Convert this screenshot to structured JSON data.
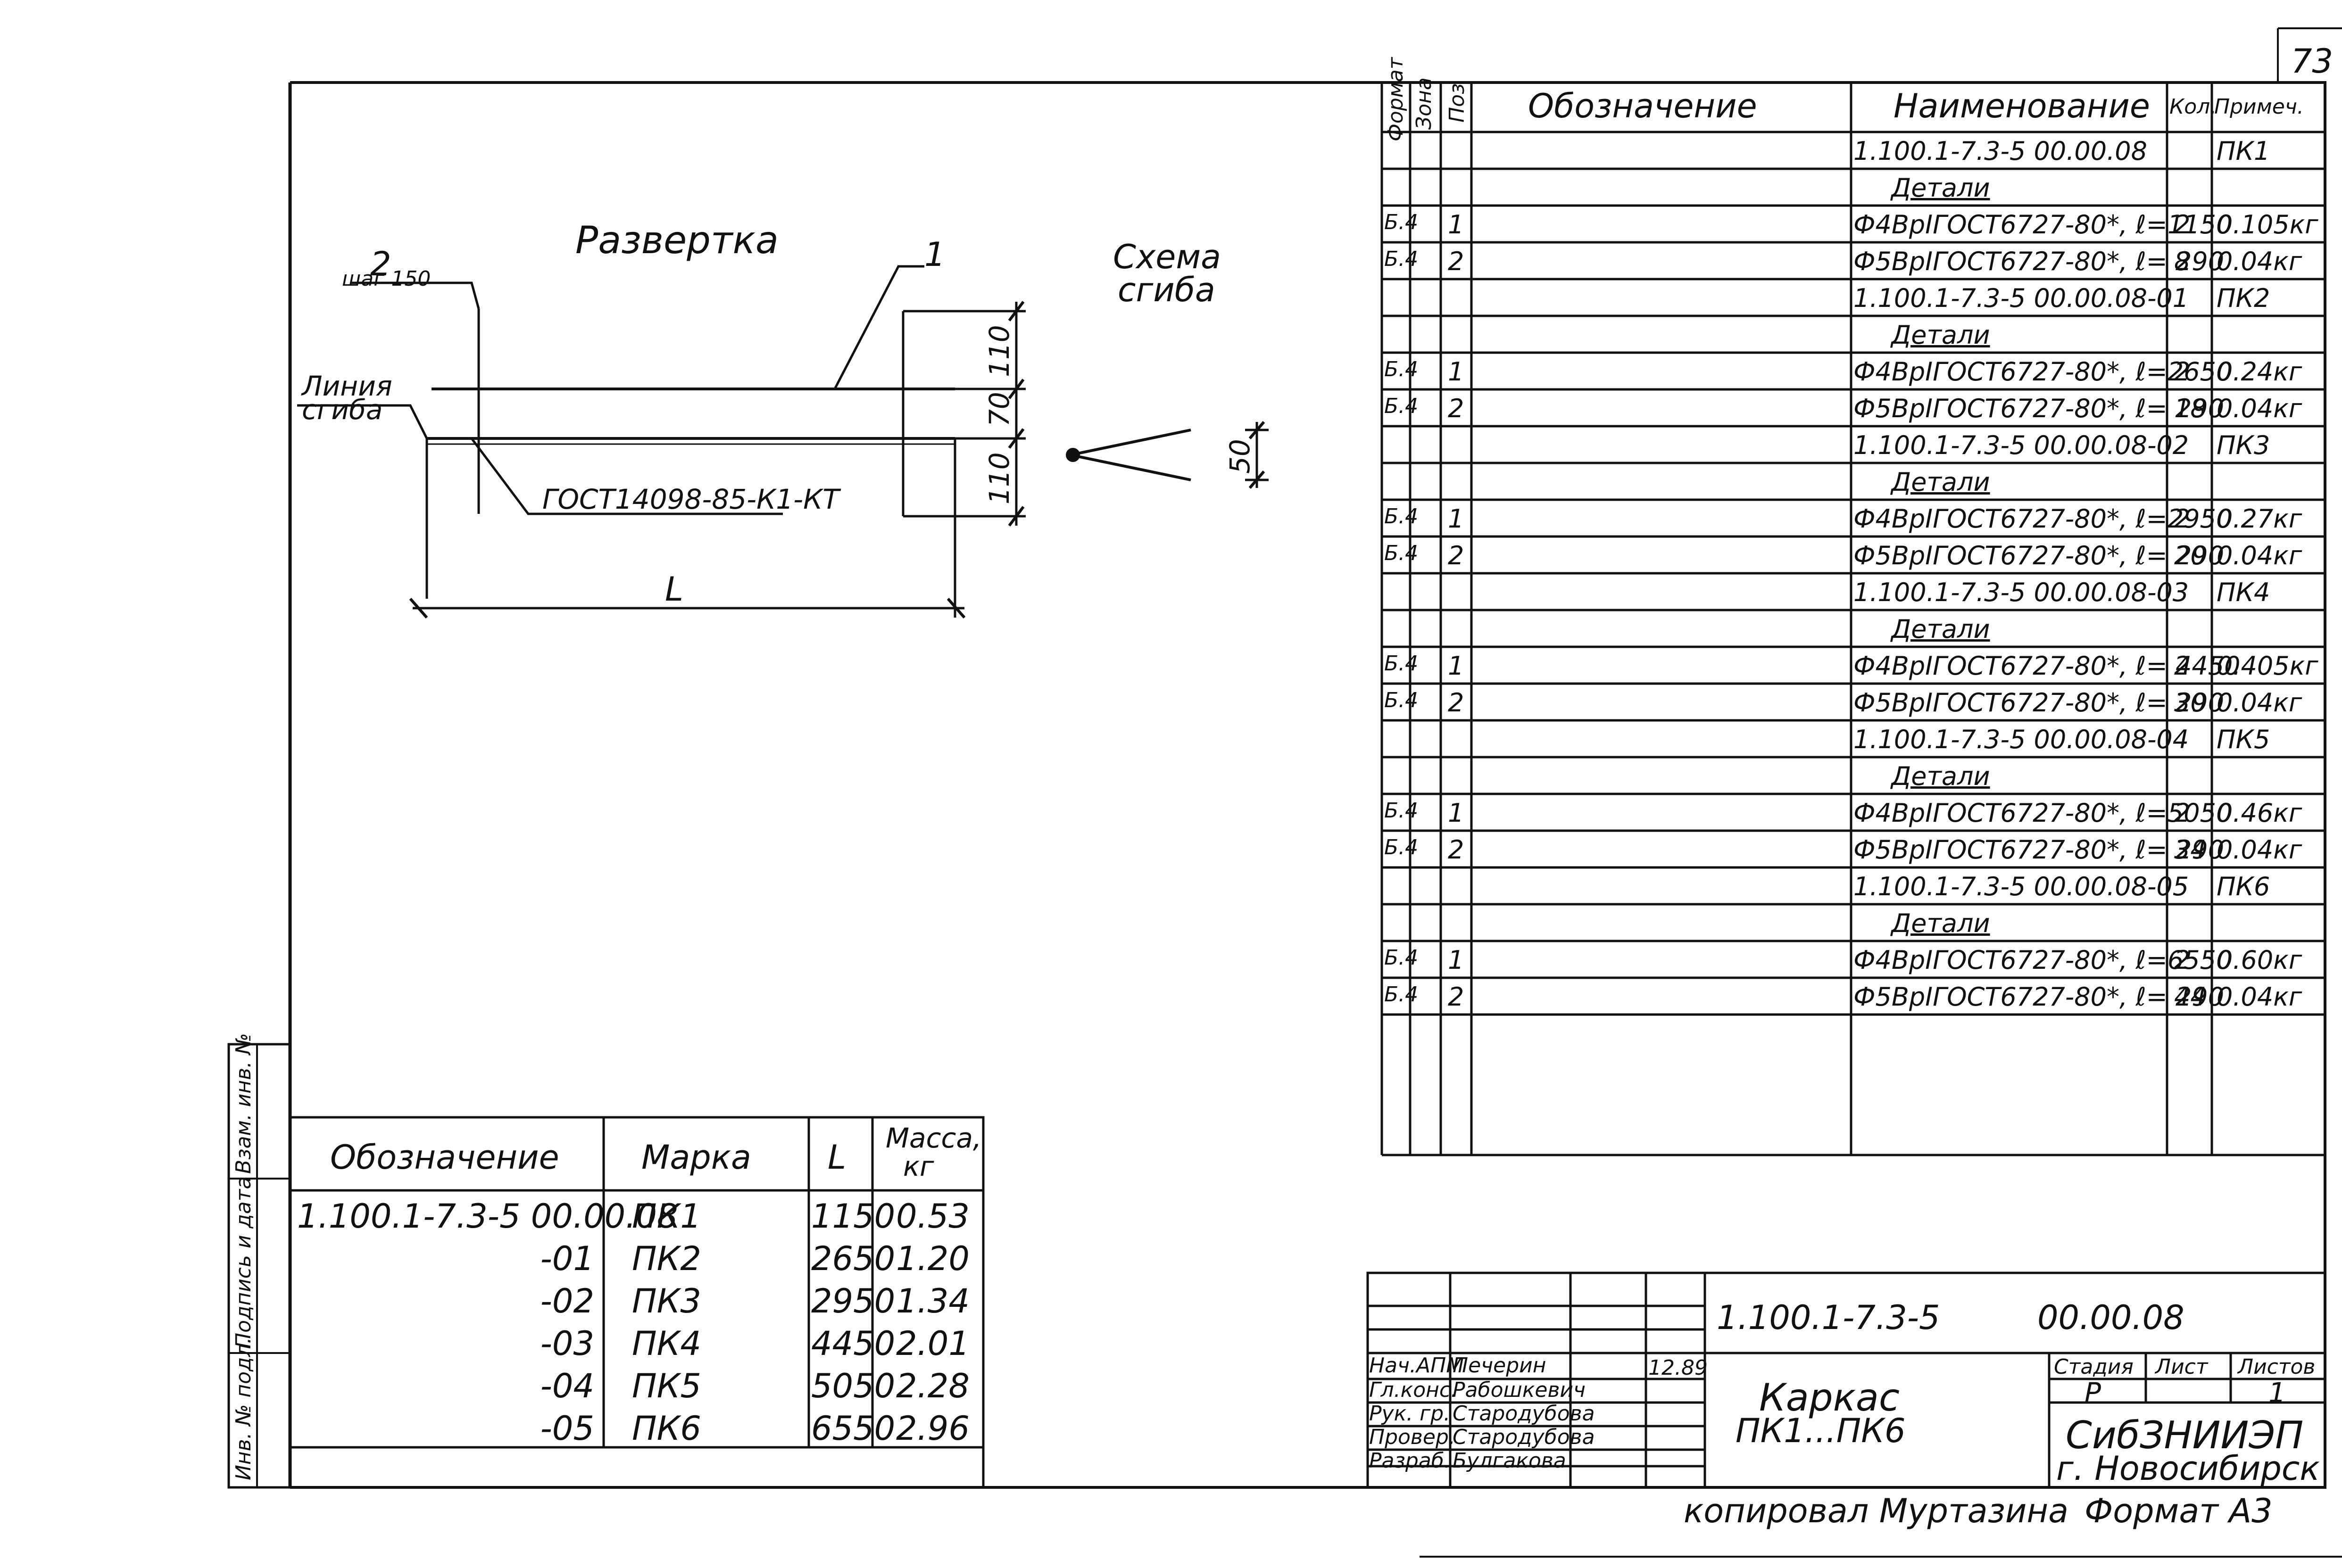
{
  "sheet_number": "73",
  "drawing": {
    "title": "Развертка",
    "label_2": "2",
    "label_2_sub": "шаг 150",
    "label_1": "1",
    "bend_line_label": "Линия",
    "bend_line_label2": "сгиба",
    "weld_note": "ГОСТ14098-85-К1-КТ",
    "dim_110_top": "110",
    "dim_70": "70",
    "dim_110_bottom": "110",
    "dim_L": "L",
    "scheme_title": "Схема",
    "scheme_title2": "сгиба",
    "dim_50": "50"
  },
  "spec": {
    "headers": {
      "format": "Формат",
      "zone": "Зона",
      "pos": "Поз",
      "designation": "Обозначение",
      "name": "Наименование",
      "qty": "Кол.",
      "note": "Примеч."
    },
    "rows": [
      {
        "format": "",
        "zone": "",
        "pos": "",
        "name": "1.100.1-7.3-5  00.00.08",
        "qty": "",
        "note": "ПК1"
      },
      {
        "format": "",
        "zone": "",
        "pos": "",
        "name": "Детали",
        "qty": "",
        "note": "",
        "header": true
      },
      {
        "format": "Б.4",
        "zone": "",
        "pos": "1",
        "name": "Ф4ВрIГОСТ6727-80*, ℓ=1150",
        "qty": "2",
        "note": "0.105кг"
      },
      {
        "format": "Б.4",
        "zone": "",
        "pos": "2",
        "name": "Ф5ВрIГОСТ6727-80*, ℓ= 290",
        "qty": "8",
        "note": "0.04кг"
      },
      {
        "format": "",
        "zone": "",
        "pos": "",
        "name": "1.100.1-7.3-5  00.00.08-01",
        "qty": "",
        "note": "ПК2"
      },
      {
        "format": "",
        "zone": "",
        "pos": "",
        "name": "Детали",
        "qty": "",
        "note": "",
        "header": true
      },
      {
        "format": "Б.4",
        "zone": "",
        "pos": "1",
        "name": "Ф4ВрIГОСТ6727-80*, ℓ=2650",
        "qty": "2",
        "note": "0.24кг"
      },
      {
        "format": "Б.4",
        "zone": "",
        "pos": "2",
        "name": "Ф5ВрIГОСТ6727-80*, ℓ= 290",
        "qty": "18",
        "note": "0.04кг"
      },
      {
        "format": "",
        "zone": "",
        "pos": "",
        "name": "1.100.1-7.3-5  00.00.08-02",
        "qty": "",
        "note": "ПК3"
      },
      {
        "format": "",
        "zone": "",
        "pos": "",
        "name": "Детали",
        "qty": "",
        "note": "",
        "header": true
      },
      {
        "format": "Б.4",
        "zone": "",
        "pos": "1",
        "name": "Ф4ВрIГОСТ6727-80*, ℓ=2950",
        "qty": "2",
        "note": "0.27кг"
      },
      {
        "format": "Б.4",
        "zone": "",
        "pos": "2",
        "name": "Ф5ВрIГОСТ6727-80*, ℓ= 290",
        "qty": "20",
        "note": "0.04кг"
      },
      {
        "format": "",
        "zone": "",
        "pos": "",
        "name": "1.100.1-7.3-5  00.00.08-03",
        "qty": "",
        "note": "ПК4"
      },
      {
        "format": "",
        "zone": "",
        "pos": "",
        "name": "Детали",
        "qty": "",
        "note": "",
        "header": true
      },
      {
        "format": "Б.4",
        "zone": "",
        "pos": "1",
        "name": "Ф4ВрIГОСТ6727-80*, ℓ= 4450",
        "qty": "2",
        "note": "0.405кг"
      },
      {
        "format": "Б.4",
        "zone": "",
        "pos": "2",
        "name": "Ф5ВрIГОСТ6727-80*, ℓ= 290",
        "qty": "30",
        "note": "0.04кг"
      },
      {
        "format": "",
        "zone": "",
        "pos": "",
        "name": "1.100.1-7.3-5  00.00.08-04",
        "qty": "",
        "note": "ПК5"
      },
      {
        "format": "",
        "zone": "",
        "pos": "",
        "name": "Детали",
        "qty": "",
        "note": "",
        "header": true
      },
      {
        "format": "Б.4",
        "zone": "",
        "pos": "1",
        "name": "Ф4ВрIГОСТ6727-80*, ℓ=5050",
        "qty": "2",
        "note": "0.46кг"
      },
      {
        "format": "Б.4",
        "zone": "",
        "pos": "2",
        "name": "Ф5ВрIГОСТ6727-80*, ℓ= 290",
        "qty": "34",
        "note": "0.04кг"
      },
      {
        "format": "",
        "zone": "",
        "pos": "",
        "name": "1.100.1-7.3-5  00.00.08-05",
        "qty": "",
        "note": "ПК6"
      },
      {
        "format": "",
        "zone": "",
        "pos": "",
        "name": "Детали",
        "qty": "",
        "note": "",
        "header": true
      },
      {
        "format": "Б.4",
        "zone": "",
        "pos": "1",
        "name": "Ф4ВрIГОСТ6727-80*, ℓ=6550",
        "qty": "2",
        "note": "0.60кг"
      },
      {
        "format": "Б.4",
        "zone": "",
        "pos": "2",
        "name": "Ф5ВрIГОСТ6727-80*, ℓ= 290",
        "qty": "44",
        "note": "0.04кг"
      }
    ]
  },
  "marks": {
    "headers": {
      "designation": "Обозначение",
      "mark": "Марка",
      "length": "L",
      "mass": "Масса,",
      "mass_unit": "кг"
    },
    "rows": [
      {
        "designation": "1.100.1-7.3-5  00.00.08",
        "mark": "ПК1",
        "length": "1150",
        "mass": "0.53"
      },
      {
        "designation": "-01",
        "mark": "ПК2",
        "length": "2650",
        "mass": "1.20"
      },
      {
        "designation": "-02",
        "mark": "ПК3",
        "length": "2950",
        "mass": "1.34"
      },
      {
        "designation": "-03",
        "mark": "ПК4",
        "length": "4450",
        "mass": "2.01"
      },
      {
        "designation": "-04",
        "mark": "ПК5",
        "length": "5050",
        "mass": "2.28"
      },
      {
        "designation": "-05",
        "mark": "ПК6",
        "length": "6550",
        "mass": "2.96"
      }
    ]
  },
  "side_stamp": {
    "inv": "Инв. № подл.",
    "sign": "Подпись и дата",
    "replace": "Взам. инв. №"
  },
  "title_block": {
    "code": "1.100.1-7.3-5",
    "code2": "00.00.08",
    "name_line1": "Каркас",
    "name_line2": "ПК1...ПК6",
    "stage_label": "Стадия",
    "sheet_label": "Лист",
    "sheets_label": "Листов",
    "stage": "Р",
    "sheets": "1",
    "org_line1": "СибЗНИИЭП",
    "org_line2": "г. Новосибирск",
    "date": "12.89",
    "people": [
      {
        "role": "Нач.АПМ",
        "name": "Печерин"
      },
      {
        "role": "Гл.конс.",
        "name": "Рабошкевич"
      },
      {
        "role": "Рук. гр.",
        "name": "Стародубова"
      },
      {
        "role": "Провер.",
        "name": "Стародубова"
      },
      {
        "role": "Разраб.",
        "name": "Булгакова"
      }
    ]
  },
  "footer": {
    "copied": "копировал Муртазина",
    "format": "Формат А3"
  }
}
